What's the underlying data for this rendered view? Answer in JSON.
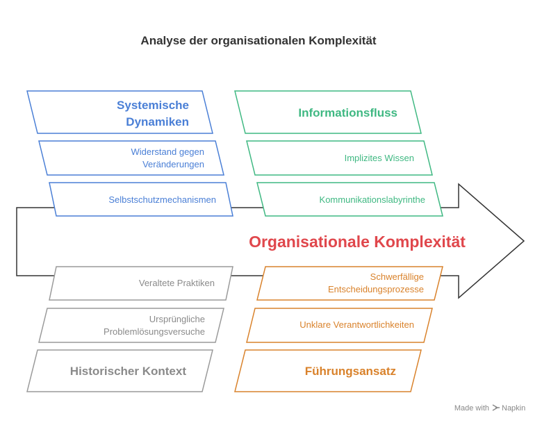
{
  "title": "Analyse der organisationalen Komplexität",
  "center_label": "Organisationale Komplexität",
  "colors": {
    "blue": "#4a7fd6",
    "green": "#3fb882",
    "gray": "#9a9a9a",
    "orange": "#d9822b",
    "red": "#e0474c",
    "dark": "#333333"
  },
  "groups": {
    "systemic": {
      "header_line1": "Systemische",
      "header_line2": "Dynamiken",
      "item1_line1": "Widerstand gegen",
      "item1_line2": "Veränderungen",
      "item2": "Selbstschutzmechanismen"
    },
    "information": {
      "header": "Informationsfluss",
      "item1": "Implizites Wissen",
      "item2": "Kommunikationslabyrinthe"
    },
    "historical": {
      "item1": "Veraltete Praktiken",
      "item2_line1": "Ursprüngliche",
      "item2_line2": "Problemlösungsversuche",
      "header": "Historischer Kontext"
    },
    "leadership": {
      "item1_line1": "Schwerfällige",
      "item1_line2": "Entscheidungsprozesse",
      "item2": "Unklare Verantwortlichkeiten",
      "header": "Führungsansatz"
    }
  },
  "footer": {
    "made_with": "Made with",
    "brand": "Napkin"
  }
}
